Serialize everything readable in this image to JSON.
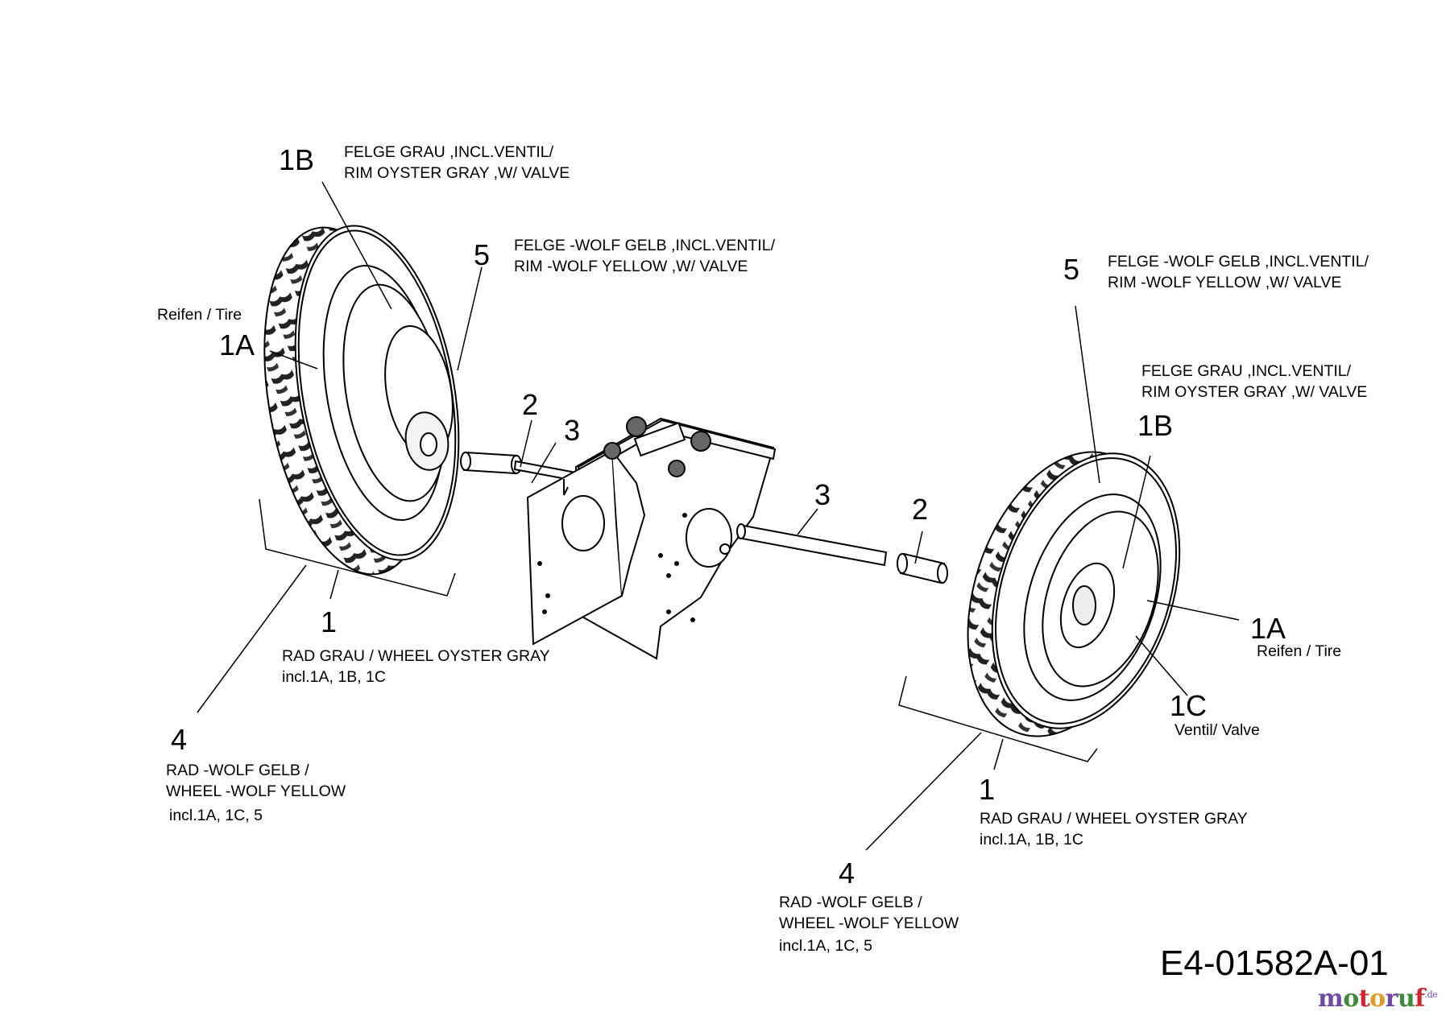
{
  "callouts": {
    "lw_1b": "1B",
    "lw_1b_desc_1": "FELGE GRAU ,INCL.VENTIL/",
    "lw_1b_desc_2": "RIM OYSTER GRAY ,W/ VALVE",
    "lw_5": "5",
    "lw_5_desc_1": "FELGE -WOLF GELB ,INCL.VENTIL/",
    "lw_5_desc_2": "RIM -WOLF YELLOW ,W/ VALVE",
    "lw_1a_desc": "Reifen / Tire",
    "lw_1a": "1A",
    "lw_2": "2",
    "lw_3": "3",
    "lw_1": "1",
    "lw_1_desc_1": "RAD GRAU / WHEEL OYSTER GRAY",
    "lw_1_desc_2": "incl.1A, 1B, 1C",
    "lw_4": "4",
    "lw_4_desc_1": "RAD -WOLF GELB /",
    "lw_4_desc_2": "WHEEL -WOLF YELLOW",
    "lw_4_desc_3": "incl.1A, 1C, 5",
    "rw_5": "5",
    "rw_5_desc_1": "FELGE -WOLF GELB ,INCL.VENTIL/",
    "rw_5_desc_2": "RIM -WOLF YELLOW ,W/ VALVE",
    "rw_1b_desc_1": "FELGE GRAU ,INCL.VENTIL/",
    "rw_1b_desc_2": "RIM OYSTER GRAY ,W/ VALVE",
    "rw_1b": "1B",
    "rw_3": "3",
    "rw_2": "2",
    "rw_1a": "1A",
    "rw_1a_desc": "Reifen / Tire",
    "rw_1c": "1C",
    "rw_1c_desc": "Ventil/ Valve",
    "rw_1": "1",
    "rw_1_desc_1": "RAD GRAU / WHEEL OYSTER GRAY",
    "rw_1_desc_2": "incl.1A, 1B, 1C",
    "rw_4": "4",
    "rw_4_desc_1": "RAD -WOLF GELB /",
    "rw_4_desc_2": "WHEEL -WOLF YELLOW",
    "rw_4_desc_3": "incl.1A, 1C, 5"
  },
  "drawing_code": "E4-01582A-01",
  "watermark": {
    "text": "motoruf",
    "suffix": ".de",
    "colors": [
      "#6f4aa8",
      "#3e8a3a",
      "#d4232c",
      "#e49a22"
    ]
  }
}
